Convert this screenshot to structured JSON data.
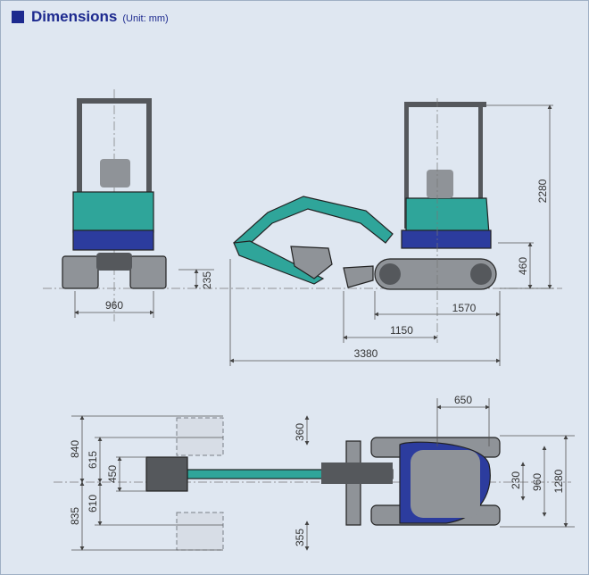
{
  "header": {
    "title": "Dimensions",
    "unit": "(Unit: mm)"
  },
  "dimensions": {
    "front_track_width": "960",
    "ground_clearance": "235",
    "overall_height": "2280",
    "track_height": "460",
    "track_length": "1570",
    "front_to_center": "1150",
    "transport_length": "3380",
    "plan_rear_swing": "650",
    "upper_offset": "840",
    "upper_half": "615",
    "bucket_width": "450",
    "lower_half": "610",
    "lower_offset": "835",
    "offset_upper_small": "360",
    "offset_lower_small": "355",
    "cab_offset": "230",
    "track_gauge_plan": "960",
    "overall_width": "1280"
  }
}
